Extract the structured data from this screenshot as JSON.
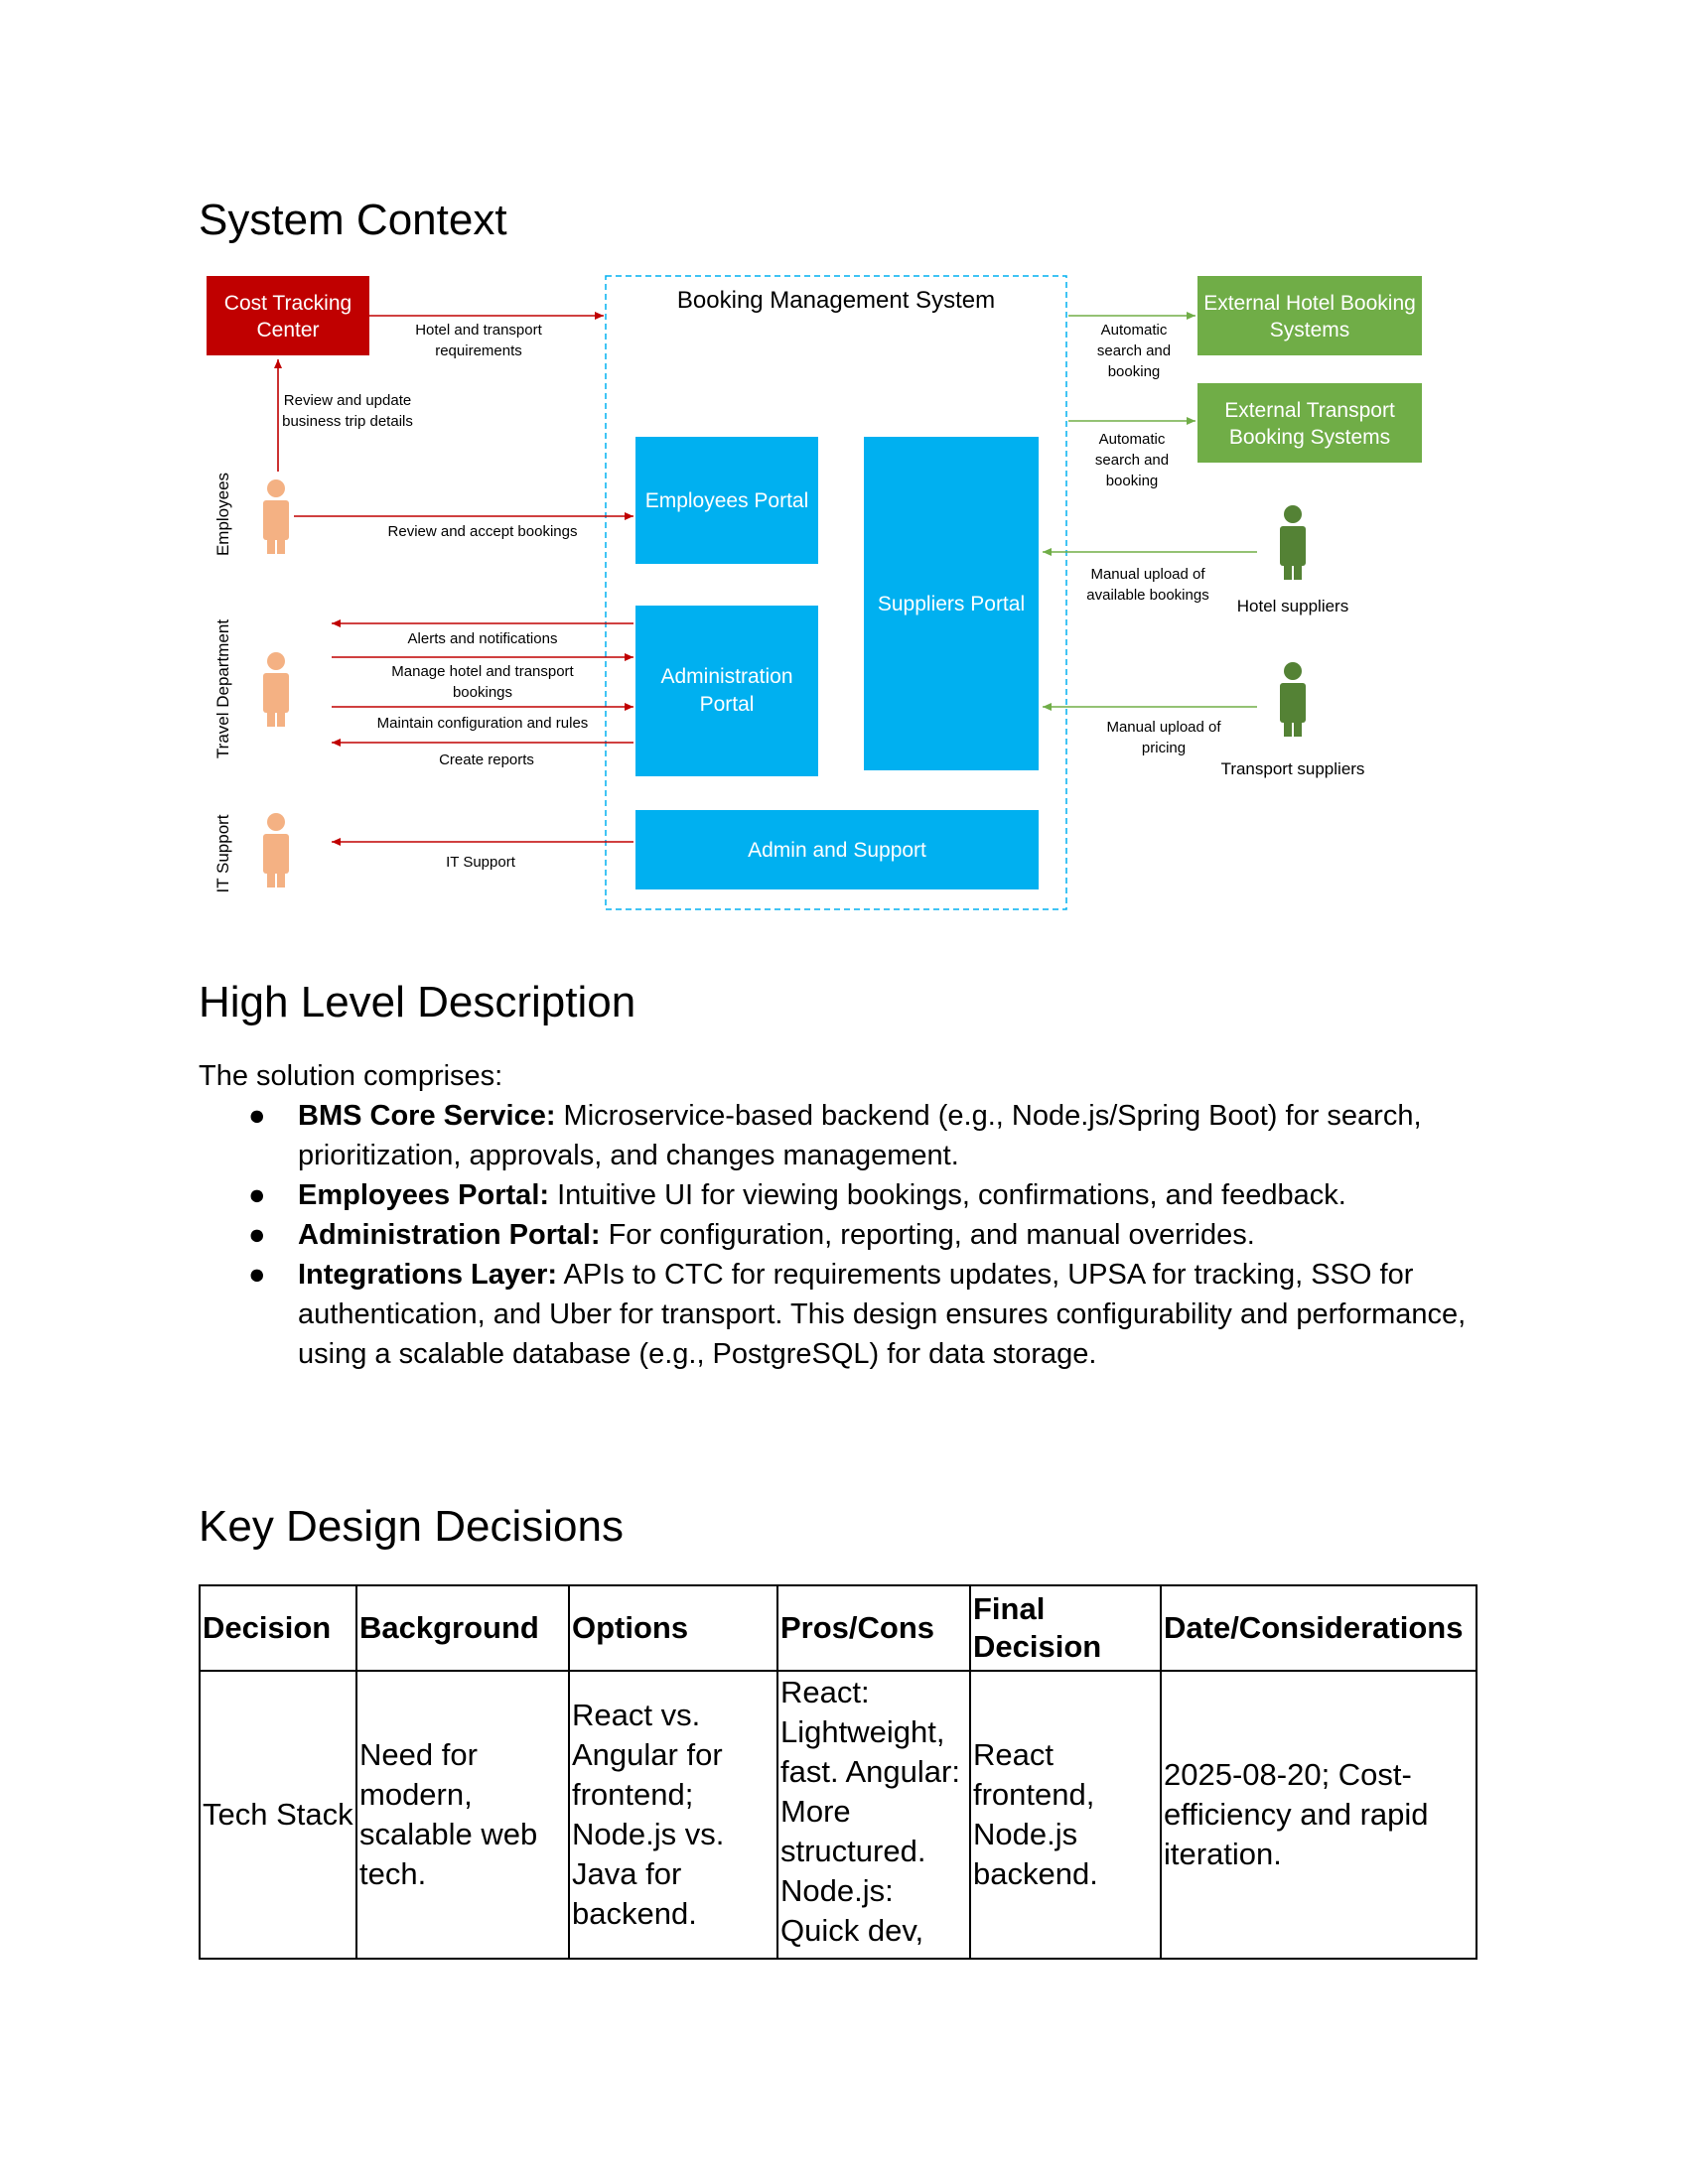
{
  "section_titles": {
    "context": "System Context",
    "description": "High Level Description",
    "decisions": "Key Design Decisions"
  },
  "diagram": {
    "cost_center": [
      "Cost Tracking",
      "Center"
    ],
    "bms_title": "Booking Management System",
    "employees_portal": "Employees Portal",
    "suppliers_portal": "Suppliers Portal",
    "admin_portal": [
      "Administration",
      "Portal"
    ],
    "admin_support": "Admin and Support",
    "ext_hotel": [
      "External Hotel Booking",
      "Systems"
    ],
    "ext_transport": [
      "External Transport",
      "Booking Systems"
    ],
    "actors": {
      "employees": "Employees",
      "travel": "Travel Department",
      "it": "IT Support",
      "hotel_suppliers": "Hotel suppliers",
      "transport_suppliers": "Transport suppliers"
    },
    "flows": {
      "hotel_req": [
        "Hotel and transport",
        "requirements"
      ],
      "review_update": [
        "Review and update",
        "business trip details"
      ],
      "review_accept": "Review and accept bookings",
      "alerts": "Alerts and notifications",
      "manage": [
        "Manage hotel and transport",
        "bookings"
      ],
      "maintain": "Maintain configuration and rules",
      "reports": "Create reports",
      "it_support": "IT Support",
      "auto_hotel": [
        "Automatic",
        "search and",
        "booking"
      ],
      "auto_transport": [
        "Automatic",
        "search and",
        "booking"
      ],
      "manual_avail": [
        "Manual upload of",
        "available bookings"
      ],
      "manual_pricing": [
        "Manual upload of",
        "pricing"
      ]
    },
    "colors": {
      "red": "#c00000",
      "blue": "#00b0f0",
      "green": "#70ad47",
      "person": "#f4b183",
      "supplier": "#548235"
    }
  },
  "description": {
    "intro": "The solution comprises:",
    "items": [
      {
        "label": "BMS Core Service:",
        "text": " Microservice-based backend (e.g., Node.js/Spring Boot) for search, prioritization, approvals, and changes management."
      },
      {
        "label": "Employees Portal:",
        "text": " Intuitive UI for viewing bookings, confirmations, and feedback."
      },
      {
        "label": "Administration Portal:",
        "text": " For configuration, reporting, and manual overrides."
      },
      {
        "label": "Integrations Layer:",
        "text": " APIs to CTC for requirements updates, UPSA for tracking, SSO for authentication, and Uber for transport. This design ensures configurability and performance, using a scalable database (e.g., PostgreSQL) for data storage."
      }
    ]
  },
  "decisions_table": {
    "headers": [
      "Decision",
      "Background",
      "Options",
      "Pros/Cons",
      "Final Decision",
      "Date/Considerations"
    ],
    "rows": [
      [
        "Tech Stack",
        "Need for modern, scalable web tech.",
        "React vs. Angular for frontend; Node.js vs. Java for backend.",
        "React: Lightweight, fast. Angular: More structured. Node.js: Quick dev,",
        "React frontend, Node.js backend.",
        "2025-08-20; Cost-efficiency and rapid iteration."
      ]
    ]
  }
}
